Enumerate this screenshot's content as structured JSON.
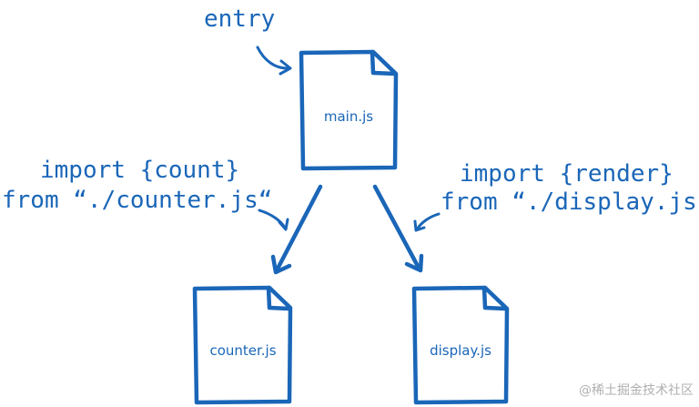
{
  "entry_label": "entry",
  "files": {
    "main": "main.js",
    "counter": "counter.js",
    "display": "display.js"
  },
  "imports": {
    "left": {
      "line1": "import {count}",
      "line2": "from “./counter.js“"
    },
    "right": {
      "line1": "import {render}",
      "line2": "from “./display.js“"
    }
  },
  "watermark": "@稀土掘金技术社区",
  "colors": {
    "ink": "#1a66b8",
    "watermark": "#b0b0b0",
    "background": "#ffffff"
  }
}
